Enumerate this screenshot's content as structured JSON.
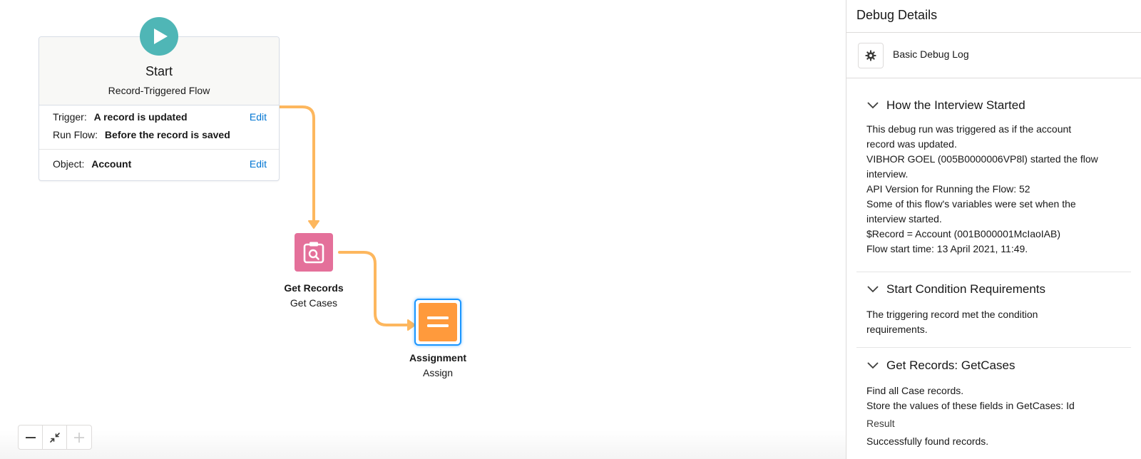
{
  "canvas": {
    "start": {
      "title": "Start",
      "subtitle": "Record-Triggered Flow",
      "trigger_label": "Trigger:",
      "trigger_value": "A record is updated",
      "run_label": "Run Flow:",
      "run_value": "Before the record is saved",
      "object_label": "Object:",
      "object_value": "Account",
      "edit_label": "Edit",
      "icon": "play-icon",
      "icon_color": "#4fb6b6"
    },
    "get_records": {
      "title": "Get Records",
      "subtitle": "Get Cases",
      "icon": "clipboard-search-icon",
      "color": "#e4709a"
    },
    "assignment": {
      "title": "Assignment",
      "subtitle": "Assign",
      "icon": "equals-icon",
      "color": "#ff9a3c"
    },
    "connector_color": "#fdb75e",
    "zoom_controls": [
      "zoom-out-icon",
      "fit-view-icon",
      "zoom-in-icon"
    ]
  },
  "panel": {
    "title": "Debug Details",
    "log_label": "Basic Debug Log",
    "sections": [
      {
        "title": "How the Interview Started",
        "lines": [
          "This debug run was triggered as if the account",
          "record was updated.",
          "VIBHOR GOEL (005B0000006VP8l) started the flow",
          "interview.",
          "API Version for Running the Flow: 52",
          "Some of this flow's variables were set when the",
          "interview started.",
          "$Record = Account (001B000001McIaoIAB)",
          "Flow start time: 13 April 2021, 11:49."
        ]
      },
      {
        "title": "Start Condition Requirements",
        "lines": [
          "The triggering record met the condition",
          "requirements."
        ]
      },
      {
        "title": "Get Records: GetCases",
        "lines": [
          "Find all Case records.",
          "Store the values of these fields in GetCases: Id"
        ],
        "result_label": "Result",
        "result_text": "Successfully found records."
      }
    ]
  }
}
